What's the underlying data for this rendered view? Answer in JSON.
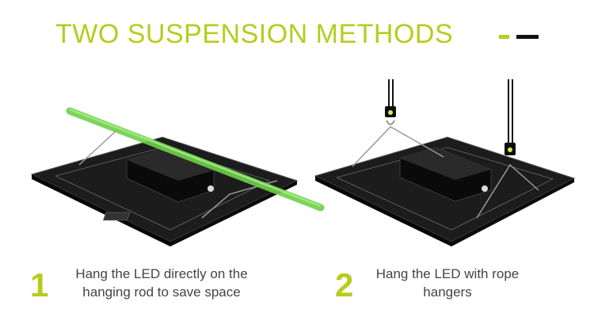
{
  "title": "TWO SUSPENSION METHODS",
  "colors": {
    "accent": "#b6cc1e",
    "dark": "#111111",
    "text": "#444444"
  },
  "methods": [
    {
      "number": "1",
      "text_line1": "Hang the LED directly on the",
      "text_line2": "hanging rod to save space"
    },
    {
      "number": "2",
      "text_line1": "Hang the LED with rope",
      "text_line2": "hangers"
    }
  ],
  "images": [
    {
      "icon": "led-panel-on-rod"
    },
    {
      "icon": "led-panel-on-rope-hangers"
    }
  ]
}
